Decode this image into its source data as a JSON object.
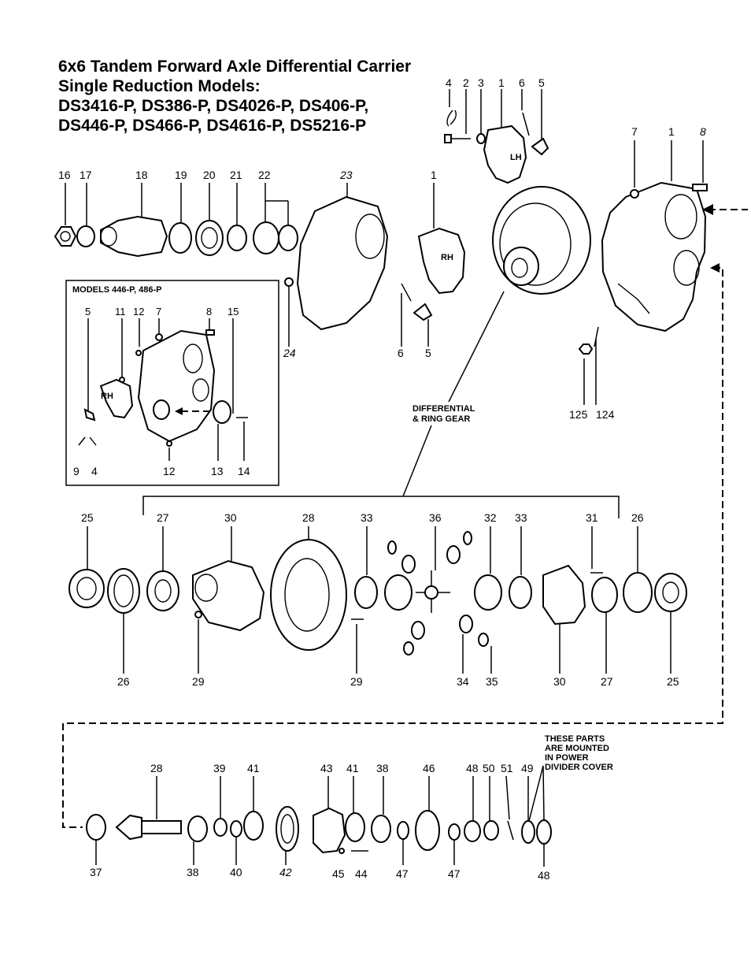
{
  "title": {
    "line1": "6x6 Tandem Forward Axle Differential Carrier",
    "line2": "Single Reduction Models:",
    "line3": "DS3416-P, DS386-P, DS4026-P, DS406-P,",
    "line4": "DS446-P, DS466-P, DS4616-P, DS5216-P"
  },
  "inset": {
    "title": "MODELS 446-P, 486-P"
  },
  "captions": {
    "diff_line1": "DIFFERENTIAL",
    "diff_line2": "& RING GEAR",
    "pd_line1": "THESE PARTS",
    "pd_line2": "ARE MOUNTED",
    "pd_line3": "IN POWER",
    "pd_line4": "DIVIDER COVER"
  },
  "tags": {
    "lh": "LH",
    "rh": "RH",
    "rh_inset": "RH"
  },
  "labels": {
    "top_4": "4",
    "top_2": "2",
    "top_3": "3",
    "top_1a": "1",
    "top_6": "6",
    "top_5": "5",
    "top_7": "7",
    "top_1b": "1",
    "top_8": "8",
    "r2_16": "16",
    "r2_17": "17",
    "r2_18": "18",
    "r2_19": "19",
    "r2_20": "20",
    "r2_21": "21",
    "r2_22": "22",
    "r2_23": "23",
    "r2_1": "1",
    "r2_24": "24",
    "r2_6": "6",
    "r2_5": "5",
    "r2_125": "125",
    "r2_124": "124",
    "in_5": "5",
    "in_11": "11",
    "in_12a": "12",
    "in_7": "7",
    "in_8": "8",
    "in_15": "15",
    "in_9": "9",
    "in_4": "4",
    "in_12b": "12",
    "in_13": "13",
    "in_14": "14",
    "r3_25a": "25",
    "r3_27a": "27",
    "r3_30a": "30",
    "r3_28": "28",
    "r3_33a": "33",
    "r3_36": "36",
    "r3_32": "32",
    "r3_33b": "33",
    "r3_31": "31",
    "r3_26b": "26",
    "r3_26a": "26",
    "r3_29a": "29",
    "r3_29b": "29",
    "r3_34": "34",
    "r3_35": "35",
    "r3_30b": "30",
    "r3_27b": "27",
    "r3_25b": "25",
    "r4_28": "28",
    "r4_39": "39",
    "r4_41a": "41",
    "r4_43": "43",
    "r4_41b": "41",
    "r4_38a": "38",
    "r4_46": "46",
    "r4_48a": "48",
    "r4_50": "50",
    "r4_51": "51",
    "r4_49": "49",
    "r4_37": "37",
    "r4_38b": "38",
    "r4_40": "40",
    "r4_42": "42",
    "r4_45": "45",
    "r4_44": "44",
    "r4_47a": "47",
    "r4_47b": "47",
    "r4_48b": "48"
  },
  "icons": [
    "gear-icon",
    "bearing-icon",
    "washer-icon",
    "nut-icon",
    "bolt-icon",
    "housing-icon"
  ]
}
